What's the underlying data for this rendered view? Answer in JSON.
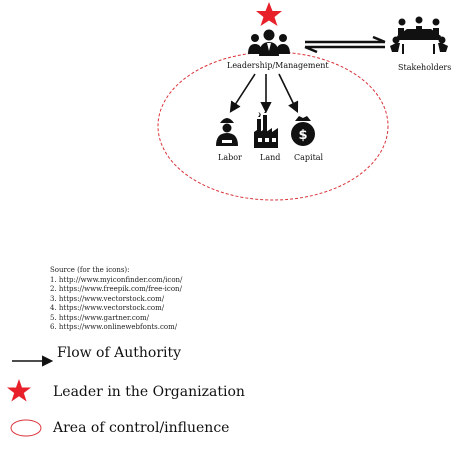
{
  "nodes": {
    "leadership": {
      "label": "Leadership/Management",
      "icon": "leadership-group-icon",
      "marker": "star-icon"
    },
    "stakeholders": {
      "label": "Stakeholders",
      "icon": "meeting-table-icon"
    },
    "labor": {
      "label": "Labor",
      "icon": "worker-icon"
    },
    "land": {
      "label": "Land",
      "icon": "factory-icon"
    },
    "capital": {
      "label": "Capital",
      "icon": "money-bag-icon"
    }
  },
  "edges": [
    {
      "from": "leadership",
      "to": "stakeholders",
      "style": "double-harpoon"
    },
    {
      "from": "stakeholders",
      "to": "leadership",
      "style": "double-harpoon"
    },
    {
      "from": "leadership",
      "to": "labor",
      "style": "arrow"
    },
    {
      "from": "leadership",
      "to": "land",
      "style": "arrow"
    },
    {
      "from": "leadership",
      "to": "capital",
      "style": "arrow"
    }
  ],
  "source": {
    "heading": "Source (for the icons):",
    "items": [
      "1. http://www.myiconfinder.com/icon/",
      "2. https://www.freepik.com/free-icon/",
      "3. https://www.vectorstock.com/",
      "4. https://www.vectorstock.com/",
      "5. https://www.gartner.com/",
      "6. https://www.onlinewebfonts.com/"
    ]
  },
  "legend": {
    "arrow": "Flow of Authority",
    "star": "Leader in the Organization",
    "ellipse": "Area of control/influence"
  },
  "colors": {
    "star": "#e8202a",
    "ellipse": "#d9333a",
    "ink": "#111111"
  }
}
